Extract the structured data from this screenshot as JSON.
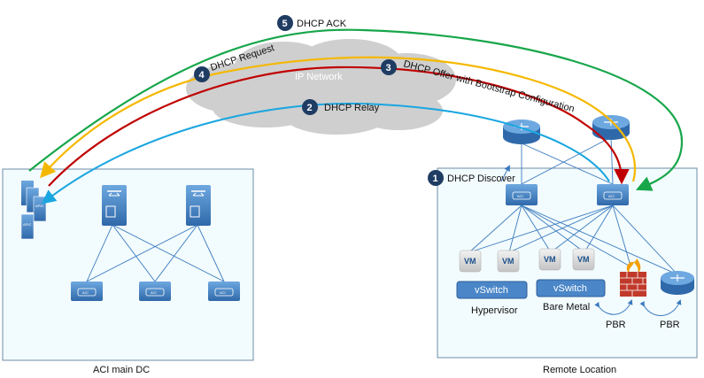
{
  "cloud": {
    "label": "IP Network"
  },
  "sites": {
    "main": {
      "label": "ACI main DC"
    },
    "remote": {
      "label": "Remote Location"
    }
  },
  "steps": [
    {
      "num": "1",
      "label": "DHCP Discover"
    },
    {
      "num": "2",
      "label": "DHCP Relay"
    },
    {
      "num": "3",
      "label": "DHCP Offer with Bootstrap Configuration"
    },
    {
      "num": "4",
      "label": "DHCP Request"
    },
    {
      "num": "5",
      "label": "DHCP ACK"
    }
  ],
  "vm": {
    "label": "VM"
  },
  "vswitch": {
    "label": "vSwitch"
  },
  "hosts": {
    "hypervisor": "Hypervisor",
    "bare_metal": "Bare Metal"
  },
  "pbr": {
    "label": "PBR"
  },
  "device_text": {
    "apic": "APIC",
    "aci": "ACI"
  },
  "colors": {
    "ack": "#17a64a",
    "request": "#f5b800",
    "offer": "#c00000",
    "relay": "#1aa6e0",
    "discover": "#3a78c0",
    "links": "#3b7bbf",
    "site_fill": "#f2fbfd",
    "site_border": "#6d8ea8",
    "cloud": "#cfcfcf",
    "badge": "#1f3c63",
    "device": "#3f7dc4"
  }
}
